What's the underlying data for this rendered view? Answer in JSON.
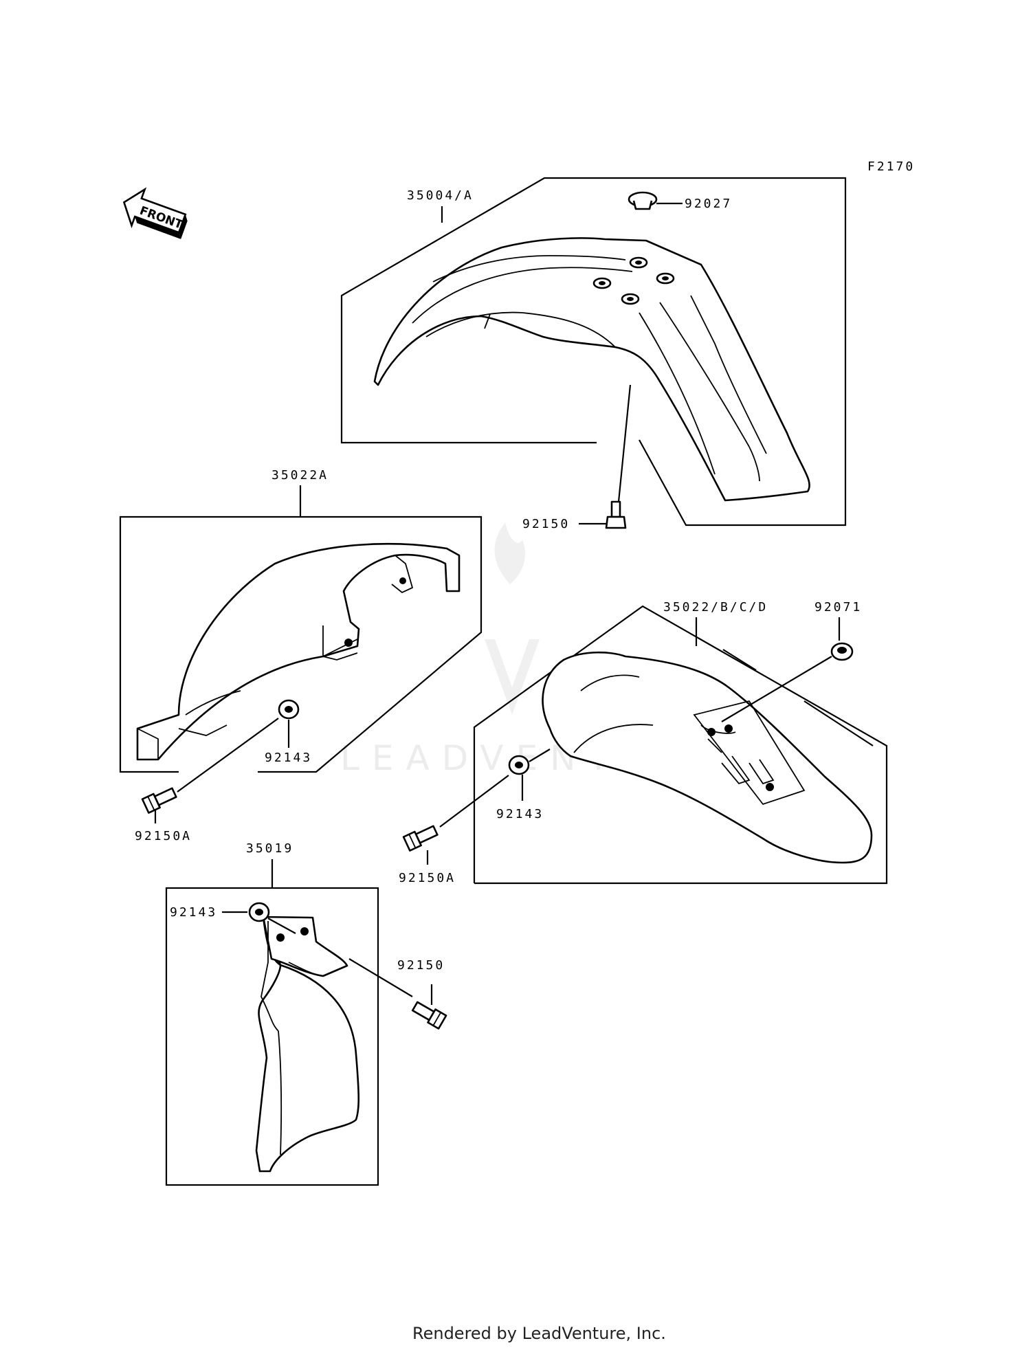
{
  "diagram": {
    "code": "F2170",
    "front_label": "FRONT",
    "watermark": "LEADVENTURE",
    "footer": "Rendered by LeadVenture, Inc.",
    "parts": [
      {
        "id": "p1",
        "number": "35004/A"
      },
      {
        "id": "p2",
        "number": "92027"
      },
      {
        "id": "p3",
        "number": "92150"
      },
      {
        "id": "p4",
        "number": "35022A"
      },
      {
        "id": "p5",
        "number": "92143"
      },
      {
        "id": "p6",
        "number": "92150A"
      },
      {
        "id": "p7",
        "number": "35022/B/C/D"
      },
      {
        "id": "p8",
        "number": "92071"
      },
      {
        "id": "p9",
        "number": "92143"
      },
      {
        "id": "p10",
        "number": "92150A"
      },
      {
        "id": "p11",
        "number": "35019"
      },
      {
        "id": "p12",
        "number": "92143"
      },
      {
        "id": "p13",
        "number": "92150"
      }
    ]
  }
}
